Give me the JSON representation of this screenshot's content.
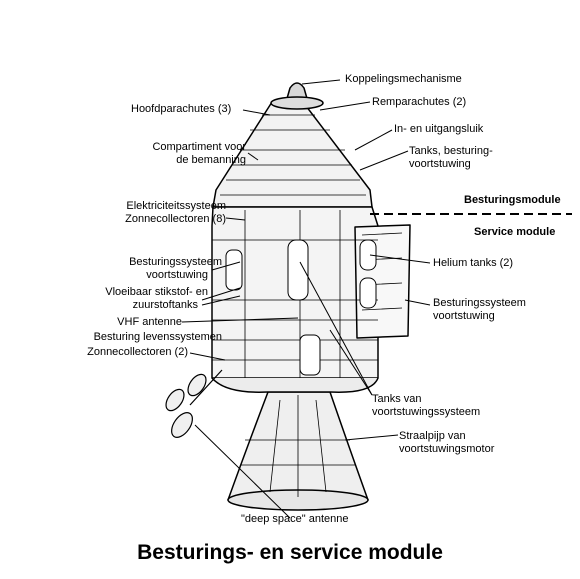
{
  "title": "Besturings- en service module",
  "labels": {
    "koppeling": "Koppelingsmechanisme",
    "hoofdparachutes": "Hoofdparachutes (3)",
    "remparachutes": "Remparachutes (2)",
    "compartiment_1": "Compartiment voor",
    "compartiment_2": "de bemanning",
    "luik": "In- en uitgangsluik",
    "tanks_bes_1": "Tanks, besturing-",
    "tanks_bes_2": "voortstuwing",
    "elektriciteit_1": "Elektriciteitssysteem",
    "elektriciteit_2": "Zonnecollectoren (8)",
    "besturingsmodule": "Besturingsmodule",
    "service_module": "Service module",
    "bst_voort_l1": "Besturingssysteem",
    "bst_voort_l2": "voortstuwing",
    "helium": "Helium tanks (2)",
    "vloeibaar_1": "Vloeibaar stikstof- en",
    "vloeibaar_2": "zuurstoftanks",
    "bst_voort_r1": "Besturingssysteem",
    "bst_voort_r2": "voortstuwing",
    "vhf": "VHF antenne",
    "leven": "Besturing levenssystemen",
    "zonne2": "Zonnecollectoren (2)",
    "tanks_voort_1": "Tanks van",
    "tanks_voort_2": "voortstuwingssysteem",
    "straalpijp_1": "Straalpijp van",
    "straalpijp_2": "voortstuwingsmotor",
    "deep_space": "\"deep space\" antenne"
  }
}
